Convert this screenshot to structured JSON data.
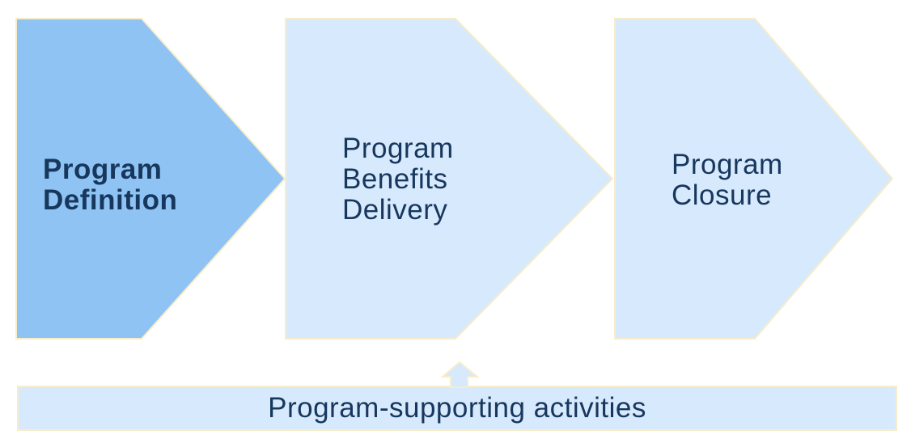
{
  "colors": {
    "background": "#ffffff",
    "stage_active_fill": "#8ec3f3",
    "stage_fill": "#d7e9fc",
    "bar_fill": "#d7e9fc",
    "shape_border": "#f7edcb",
    "text_navy": "#17375d"
  },
  "stages": [
    {
      "label": "Program\nDefinition",
      "state": "active"
    },
    {
      "label": "Program\nBenefits\nDelivery",
      "state": "default"
    },
    {
      "label": "Program\nClosure",
      "state": "default"
    }
  ],
  "supporting_bar": {
    "label": "Program-supporting activities",
    "icon": "arrow-up"
  }
}
